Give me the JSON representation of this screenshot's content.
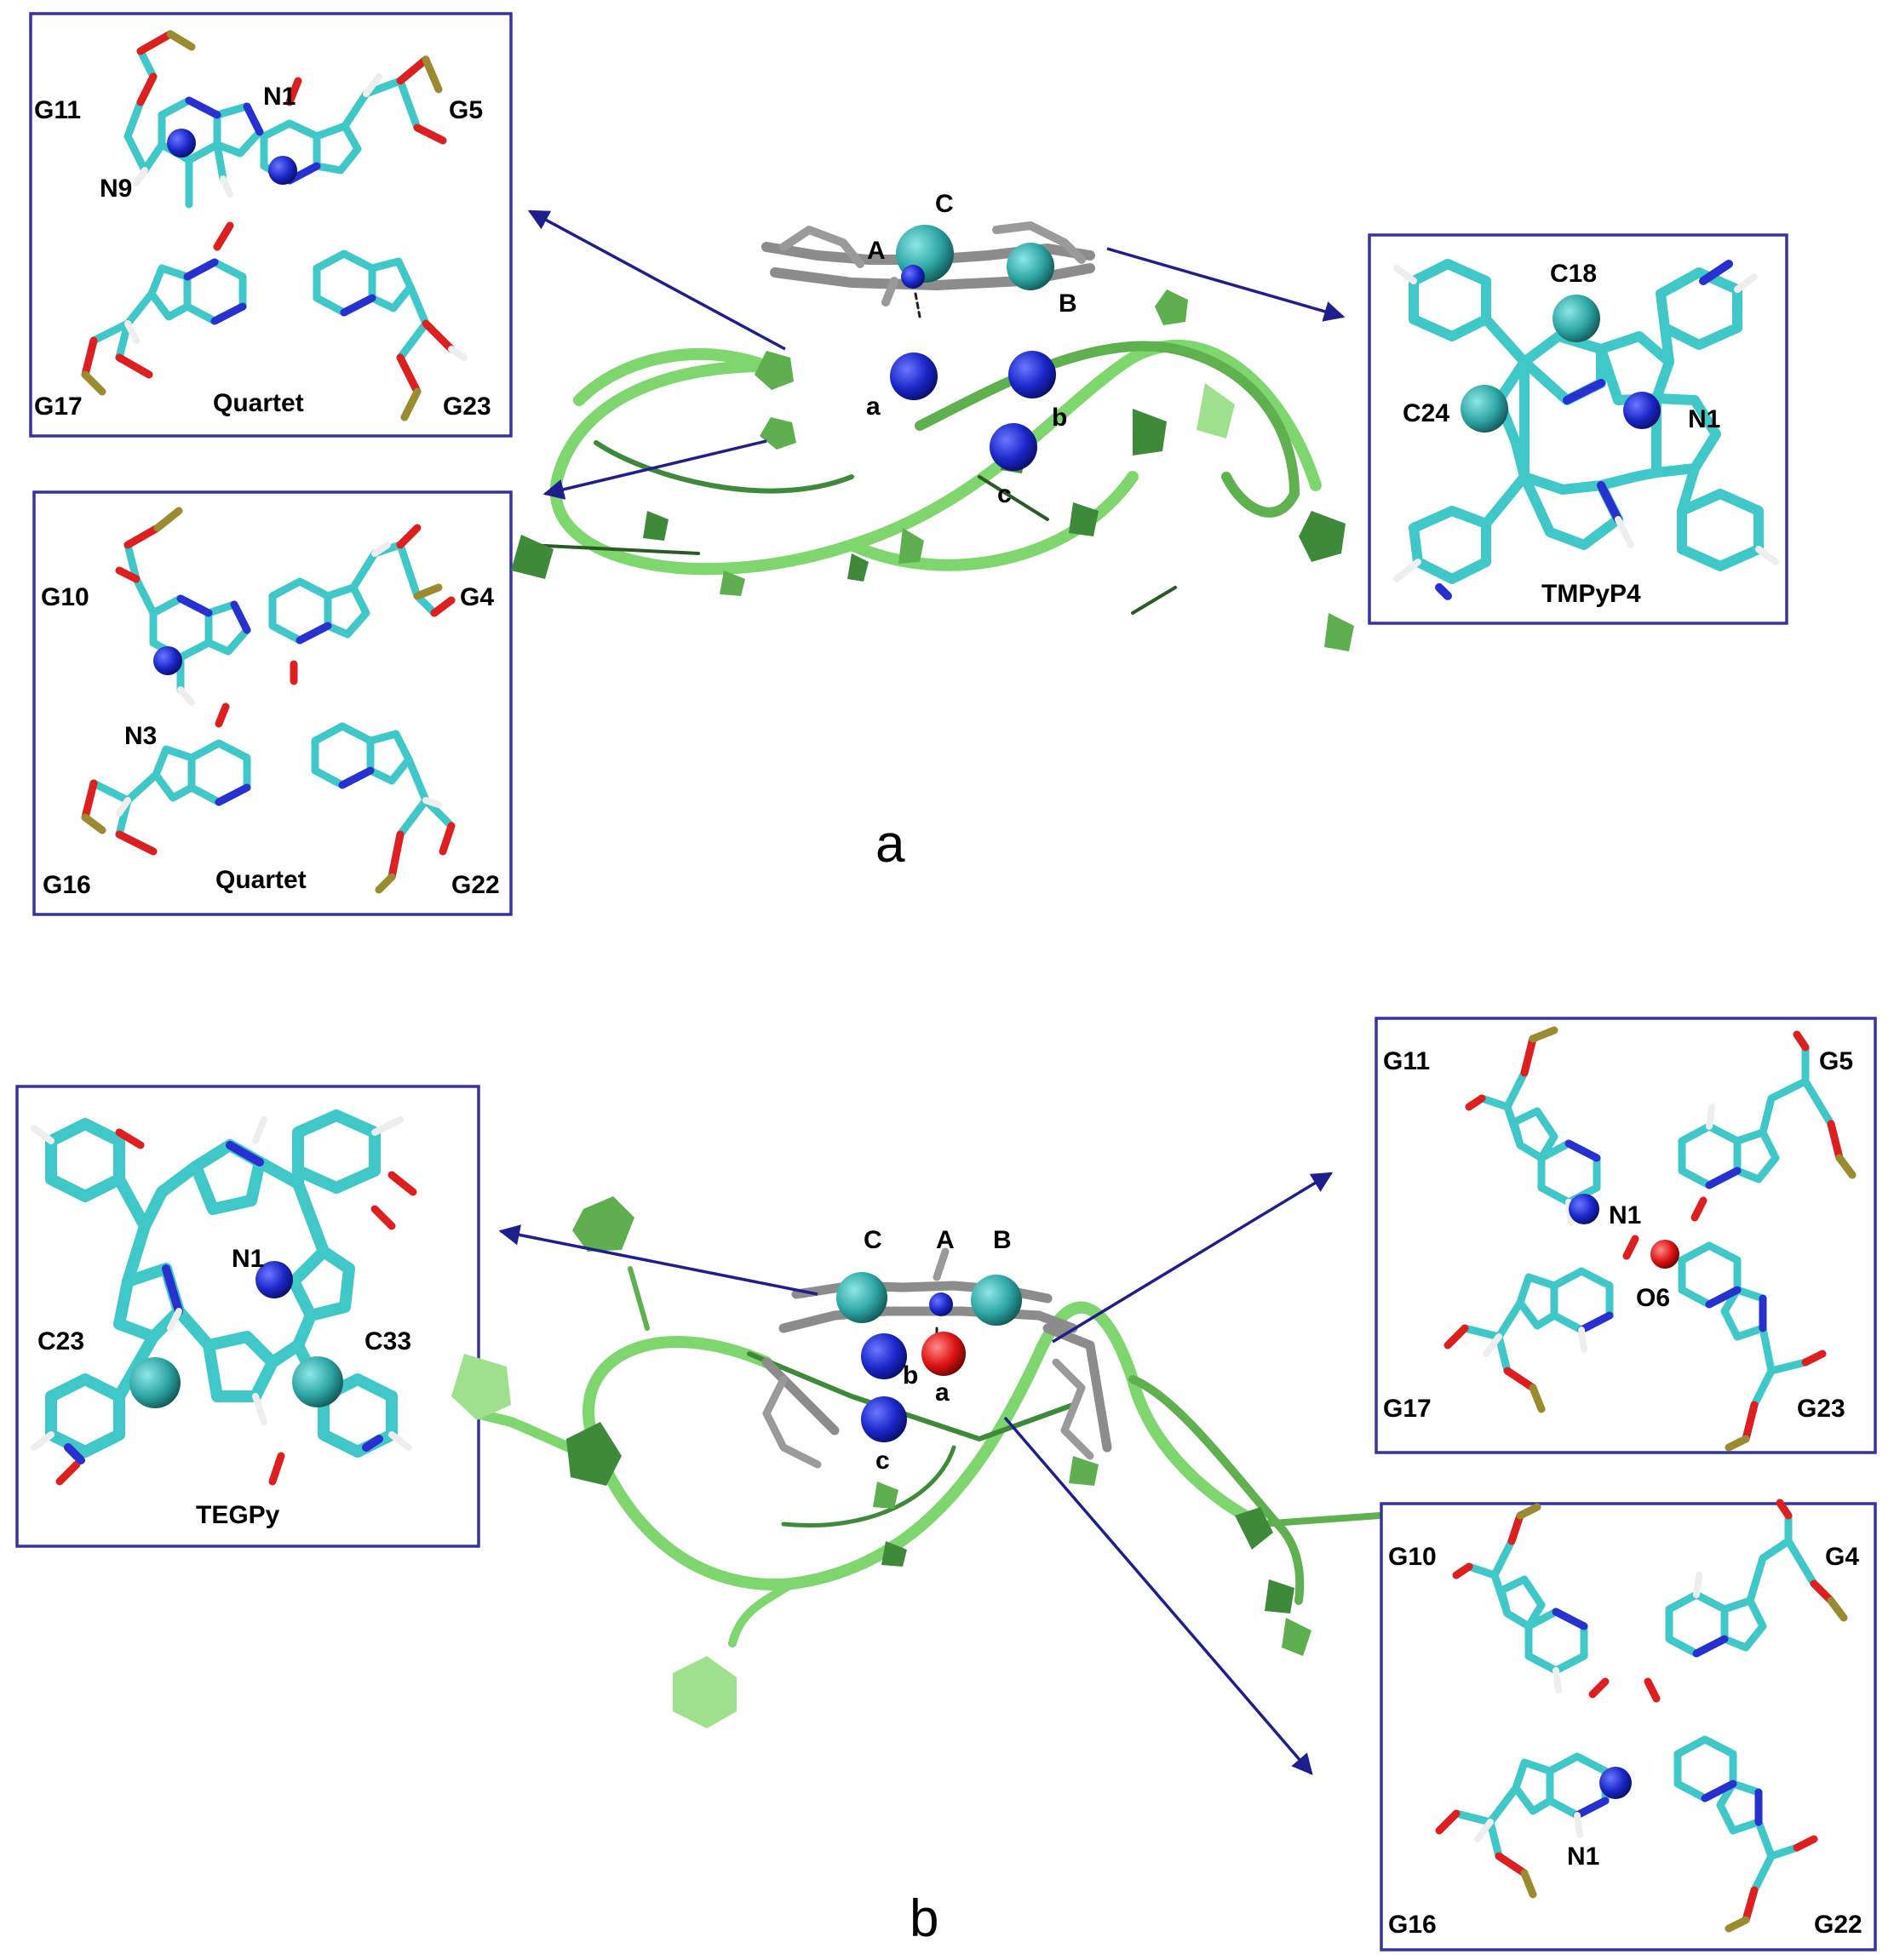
{
  "colors": {
    "box_border": "#34349a",
    "arrow": "#1e1e8c",
    "ribbon_light": "#7fd66e",
    "ribbon_dark": "#3f8a3a",
    "carbon": "#40c8c8",
    "nitrogen": "#2830d0",
    "oxygen": "#dd1f1f",
    "phosphorus": "#9a8a30",
    "hydrogen": "#f0f0f0",
    "ligand": "#8c8c8c",
    "ion": "#1a26c8",
    "cyan_sphere": "#2ea6a6",
    "red_sphere": "#dd1212"
  },
  "panel_a": {
    "letter": "a",
    "quartet_top": {
      "caption": "Quartet",
      "labels": [
        "G11",
        "N1",
        "G5",
        "N9",
        "G17",
        "G23"
      ]
    },
    "quartet_bottom": {
      "caption": "Quartet",
      "labels": [
        "G10",
        "G4",
        "N3",
        "G16",
        "G22"
      ]
    },
    "ligand_box": {
      "caption": "TMPyP4",
      "labels": [
        "C18",
        "C24",
        "N1"
      ]
    },
    "center_labels": [
      "C",
      "A",
      "B",
      "a",
      "b",
      "c"
    ]
  },
  "panel_b": {
    "letter": "b",
    "ligand_box": {
      "caption": "TEGPy",
      "labels": [
        "N1",
        "C23",
        "C33"
      ]
    },
    "quartet_top": {
      "labels": [
        "G11",
        "G5",
        "N1",
        "O6",
        "G17",
        "G23"
      ]
    },
    "quartet_bottom": {
      "labels": [
        "G10",
        "G4",
        "N1",
        "G16",
        "G22"
      ]
    },
    "center_labels": [
      "C",
      "A",
      "B",
      "b",
      "a",
      "c"
    ]
  }
}
